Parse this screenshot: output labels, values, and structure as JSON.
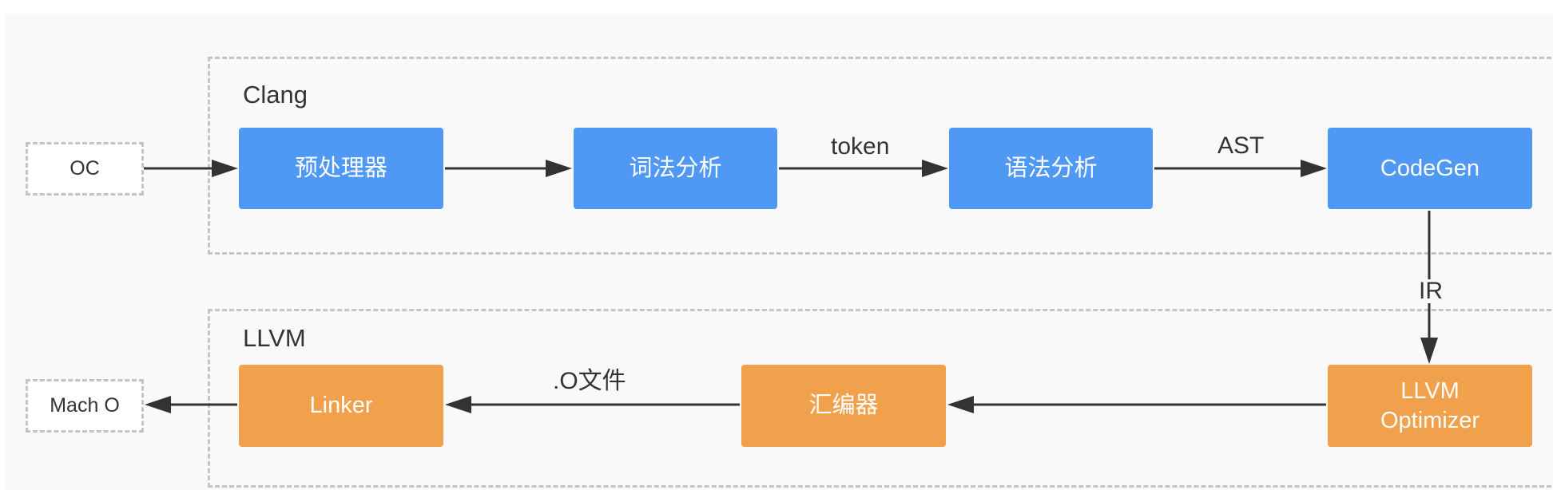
{
  "groups": {
    "clang": "Clang",
    "llvm": "LLVM"
  },
  "terminals": {
    "input": "OC",
    "output": "Mach O"
  },
  "nodes": {
    "preprocessor": "预处理器",
    "lexer": "词法分析",
    "parser": "语法分析",
    "codegen": "CodeGen",
    "optimizer_line1": "LLVM",
    "optimizer_line2": "Optimizer",
    "assembler": "汇编器",
    "linker": "Linker"
  },
  "edge_labels": {
    "token": "token",
    "ast": "AST",
    "ir": "IR",
    "object_file": ".O文件"
  },
  "colors": {
    "clang_node": "#4f99f5",
    "llvm_node": "#f1a04c",
    "arrow": "#333333",
    "dashed_border": "#c4c4c4"
  }
}
